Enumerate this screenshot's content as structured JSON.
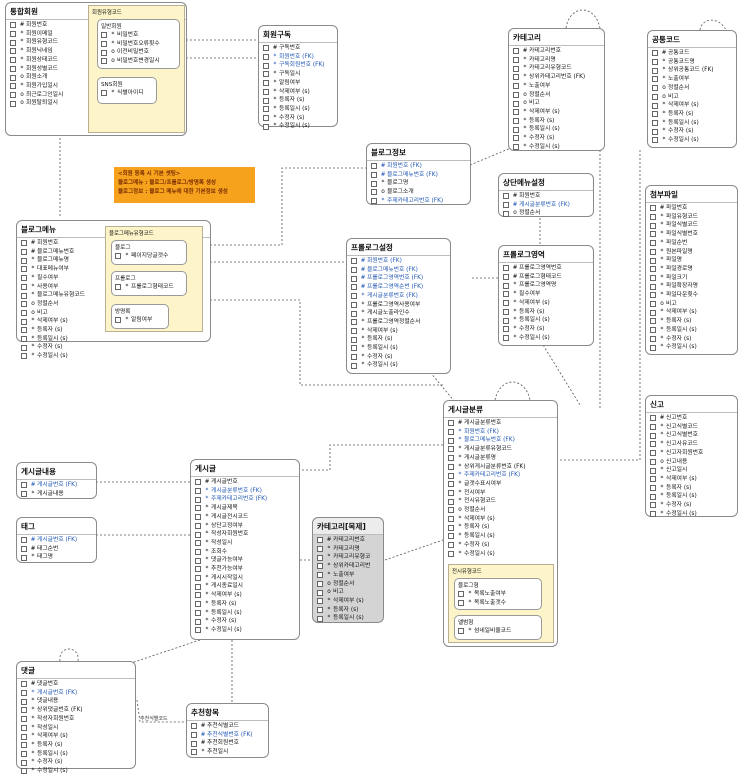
{
  "entities": {
    "member": {
      "title": "통합회원",
      "fields": [
        {
          "m": "#",
          "t": "회원번호"
        },
        {
          "m": "*",
          "t": "회원이메일"
        },
        {
          "m": "*",
          "t": "회원유형코드"
        },
        {
          "m": "*",
          "t": "회원닉네임"
        },
        {
          "m": "*",
          "t": "회원상태코드"
        },
        {
          "m": "*",
          "t": "회원성별코드"
        },
        {
          "m": "o",
          "t": "회원소개"
        },
        {
          "m": "*",
          "t": "회원가입일시"
        },
        {
          "m": "o",
          "t": "최근로그인일시"
        },
        {
          "m": "o",
          "t": "회원탈퇴일시"
        }
      ],
      "subtype_title": "회원유형코드",
      "general": {
        "title": "일반회원",
        "fields": [
          {
            "m": "*",
            "t": "비밀번호"
          },
          {
            "m": "*",
            "t": "비밀번호오류횟수"
          },
          {
            "m": "o",
            "t": "이전비밀번호"
          },
          {
            "m": "o",
            "t": "비밀번호변경일시"
          }
        ]
      },
      "sns": {
        "title": "SNS회원",
        "fields": [
          {
            "m": "*",
            "t": "식별아이디"
          }
        ]
      }
    },
    "subscribe": {
      "title": "회원구독",
      "fields": [
        {
          "m": "#",
          "t": "구독번호"
        },
        {
          "m": "*",
          "t": "회원번호 (FK)",
          "fk": true
        },
        {
          "m": "*",
          "t": "구독회원번호 (FK)",
          "fk": true
        },
        {
          "m": "*",
          "t": "구독일시"
        },
        {
          "m": "*",
          "t": "알림여부"
        },
        {
          "m": "*",
          "t": "삭제여부 (s)"
        },
        {
          "m": "*",
          "t": "등록자 (s)"
        },
        {
          "m": "*",
          "t": "등록일시 (s)"
        },
        {
          "m": "*",
          "t": "수정자 (s)"
        },
        {
          "m": "*",
          "t": "수정일시 (s)"
        }
      ]
    },
    "category": {
      "title": "카테고리",
      "fields": [
        {
          "m": "#",
          "t": "카테고리번호"
        },
        {
          "m": "*",
          "t": "카테고리명"
        },
        {
          "m": "*",
          "t": "카테고리유형코드"
        },
        {
          "m": "*",
          "t": "상위카테고리번호 (FK)"
        },
        {
          "m": "*",
          "t": "노출여부"
        },
        {
          "m": "o",
          "t": "정렬순서"
        },
        {
          "m": "o",
          "t": "비고"
        },
        {
          "m": "*",
          "t": "삭제여부 (s)"
        },
        {
          "m": "*",
          "t": "등록자 (s)"
        },
        {
          "m": "*",
          "t": "등록일시 (s)"
        },
        {
          "m": "*",
          "t": "수정자 (s)"
        },
        {
          "m": "*",
          "t": "수정일시 (s)"
        }
      ]
    },
    "common_code": {
      "title": "공통코드",
      "fields": [
        {
          "m": "#",
          "t": "공통코드"
        },
        {
          "m": "*",
          "t": "공통코드명"
        },
        {
          "m": "*",
          "t": "상위공통코드 (FK)"
        },
        {
          "m": "*",
          "t": "노출여부"
        },
        {
          "m": "o",
          "t": "정렬순서"
        },
        {
          "m": "o",
          "t": "비고"
        },
        {
          "m": "*",
          "t": "삭제여부 (s)"
        },
        {
          "m": "*",
          "t": "등록자 (s)"
        },
        {
          "m": "*",
          "t": "등록일시 (s)"
        },
        {
          "m": "*",
          "t": "수정자 (s)"
        },
        {
          "m": "*",
          "t": "수정일시 (s)"
        }
      ]
    },
    "blog_info": {
      "title": "블로그정보",
      "fields": [
        {
          "m": "#",
          "t": "회원번호 (FK)",
          "fk": true
        },
        {
          "m": "#",
          "t": "블로그메뉴번호 (FK)",
          "fk": true
        },
        {
          "m": "*",
          "t": "블로그명"
        },
        {
          "m": "o",
          "t": "블로그소개"
        },
        {
          "m": "*",
          "t": "주제카테고리번호 (FK)",
          "fk": true
        }
      ]
    },
    "consult_menu": {
      "title": "상단메뉴설정",
      "fields": [
        {
          "m": "#",
          "t": "회원번호"
        },
        {
          "m": "#",
          "t": "게시글분류번호 (FK)",
          "fk": true
        },
        {
          "m": "o",
          "t": "정렬순서"
        }
      ]
    },
    "attachment": {
      "title": "첨부파일",
      "fields": [
        {
          "m": "#",
          "t": "파일번호"
        },
        {
          "m": "*",
          "t": "파일유형코드"
        },
        {
          "m": "*",
          "t": "파일식별코드"
        },
        {
          "m": "*",
          "t": "파일식별번호"
        },
        {
          "m": "*",
          "t": "파일순번"
        },
        {
          "m": "*",
          "t": "원본파일명"
        },
        {
          "m": "*",
          "t": "파일명"
        },
        {
          "m": "*",
          "t": "파일경로명"
        },
        {
          "m": "*",
          "t": "파일크기"
        },
        {
          "m": "*",
          "t": "파일확장자명"
        },
        {
          "m": "*",
          "t": "파일다운횟수"
        },
        {
          "m": "o",
          "t": "비고"
        },
        {
          "m": "*",
          "t": "삭제여부 (s)"
        },
        {
          "m": "*",
          "t": "등록자 (s)"
        },
        {
          "m": "*",
          "t": "등록일시 (s)"
        },
        {
          "m": "*",
          "t": "수정자 (s)"
        },
        {
          "m": "*",
          "t": "수정일시 (s)"
        }
      ]
    },
    "blog_menu": {
      "title": "블로그메뉴",
      "fields": [
        {
          "m": "#",
          "t": "회원번호"
        },
        {
          "m": "#",
          "t": "블로그메뉴번호"
        },
        {
          "m": "*",
          "t": "블로그메뉴명"
        },
        {
          "m": "*",
          "t": "대표메뉴여부"
        },
        {
          "m": "*",
          "t": "필수여부"
        },
        {
          "m": "*",
          "t": "사용여부"
        },
        {
          "m": "*",
          "t": "블로그메뉴유형코드"
        },
        {
          "m": "o",
          "t": "정렬순서"
        },
        {
          "m": "o",
          "t": "비고"
        },
        {
          "m": "*",
          "t": "삭제여부 (s)"
        },
        {
          "m": "*",
          "t": "등록자 (s)"
        },
        {
          "m": "*",
          "t": "등록일시 (s)"
        },
        {
          "m": "*",
          "t": "수정자 (s)"
        },
        {
          "m": "*",
          "t": "수정일시 (s)"
        }
      ],
      "subtype_title": "블로그메뉴유형코드",
      "blog": {
        "title": "블로그",
        "fields": [
          {
            "m": "*",
            "t": "페이지당글갯수"
          }
        ]
      },
      "prologue": {
        "title": "프롤로그",
        "fields": [
          {
            "m": "*",
            "t": "프롤로그형태코드"
          }
        ]
      },
      "guestbook": {
        "title": "방명록",
        "fields": [
          {
            "m": "*",
            "t": "알림여부"
          }
        ]
      }
    },
    "prologue_setting": {
      "title": "프롤로그설정",
      "fields": [
        {
          "m": "#",
          "t": "회원번호 (FK)",
          "fk": true
        },
        {
          "m": "#",
          "t": "블로그메뉴번호 (FK)",
          "fk": true
        },
        {
          "m": "#",
          "t": "프롤로그영역번호 (FK)",
          "fk": true
        },
        {
          "m": "#",
          "t": "프롤로그영역순번 (FK)",
          "fk": true
        },
        {
          "m": "*",
          "t": "게시글분류번호 (FK)",
          "fk": true
        },
        {
          "m": "*",
          "t": "프롤로그영역사용여부"
        },
        {
          "m": "*",
          "t": "게시글노출라인수"
        },
        {
          "m": "*",
          "t": "프롤로그영역정렬순서"
        },
        {
          "m": "*",
          "t": "삭제여부 (s)"
        },
        {
          "m": "*",
          "t": "등록자 (s)"
        },
        {
          "m": "*",
          "t": "등록일시 (s)"
        },
        {
          "m": "*",
          "t": "수정자 (s)"
        },
        {
          "m": "*",
          "t": "수정일시 (s)"
        }
      ]
    },
    "prologue_area": {
      "title": "프롤로그영역",
      "fields": [
        {
          "m": "#",
          "t": "프롤로그영역번호"
        },
        {
          "m": "#",
          "t": "프롤로그형태코드"
        },
        {
          "m": "*",
          "t": "프롤로그영역명"
        },
        {
          "m": "*",
          "t": "필수여부"
        },
        {
          "m": "*",
          "t": "삭제여부 (s)"
        },
        {
          "m": "*",
          "t": "등록자 (s)"
        },
        {
          "m": "*",
          "t": "등록일시 (s)"
        },
        {
          "m": "*",
          "t": "수정자 (s)"
        },
        {
          "m": "*",
          "t": "수정일시 (s)"
        }
      ]
    },
    "report": {
      "title": "신고",
      "fields": [
        {
          "m": "#",
          "t": "신고번호"
        },
        {
          "m": "*",
          "t": "신고식별코드"
        },
        {
          "m": "*",
          "t": "신고식별번호"
        },
        {
          "m": "*",
          "t": "신고사유코드"
        },
        {
          "m": "*",
          "t": "신고자회원번호"
        },
        {
          "m": "o",
          "t": "신고내용"
        },
        {
          "m": "*",
          "t": "신고일시"
        },
        {
          "m": "*",
          "t": "삭제여부 (s)"
        },
        {
          "m": "*",
          "t": "등록자 (s)"
        },
        {
          "m": "*",
          "t": "등록일시 (s)"
        },
        {
          "m": "*",
          "t": "수정자 (s)"
        },
        {
          "m": "*",
          "t": "수정일시 (s)"
        }
      ]
    },
    "post_category": {
      "title": "게시글분류",
      "fields": [
        {
          "m": "#",
          "t": "게시글분류번호"
        },
        {
          "m": "*",
          "t": "회원번호 (FK)",
          "fk": true
        },
        {
          "m": "*",
          "t": "블로그메뉴번호 (FK)",
          "fk": true
        },
        {
          "m": "*",
          "t": "게시글분류유형코드"
        },
        {
          "m": "*",
          "t": "게시글분류명"
        },
        {
          "m": "*",
          "t": "상위게시글분류번호 (FK)"
        },
        {
          "m": "*",
          "t": "주제카테고리번호 (FK)",
          "fk": true
        },
        {
          "m": "*",
          "t": "글갯수표시여부"
        },
        {
          "m": "*",
          "t": "전시여부"
        },
        {
          "m": "*",
          "t": "전시유형코드"
        },
        {
          "m": "o",
          "t": "정렬순서"
        },
        {
          "m": "*",
          "t": "삭제여부 (s)"
        },
        {
          "m": "*",
          "t": "등록자 (s)"
        },
        {
          "m": "*",
          "t": "등록일시 (s)"
        },
        {
          "m": "*",
          "t": "수정자 (s)"
        },
        {
          "m": "*",
          "t": "수정일시 (s)"
        }
      ],
      "subtype_title": "전시유형코드",
      "blog_type": {
        "title": "블로그형",
        "fields": [
          {
            "m": "*",
            "t": "목록노출여부"
          },
          {
            "m": "*",
            "t": "목록노출갯수"
          }
        ]
      },
      "album_type": {
        "title": "앨범형",
        "fields": [
          {
            "m": "*",
            "t": "섬네일비율코드"
          }
        ]
      }
    },
    "post_content": {
      "title": "게시글내용",
      "fields": [
        {
          "m": "#",
          "t": "게시글번호 (FK)",
          "fk": true
        },
        {
          "m": "*",
          "t": "게시글내용"
        }
      ]
    },
    "tag": {
      "title": "태그",
      "fields": [
        {
          "m": "#",
          "t": "게시글번호 (FK)",
          "fk": true
        },
        {
          "m": "#",
          "t": "태그순번"
        },
        {
          "m": "*",
          "t": "태그명"
        }
      ]
    },
    "post": {
      "title": "게시글",
      "fields": [
        {
          "m": "#",
          "t": "게시글번호"
        },
        {
          "m": "*",
          "t": "게시글분류번호 (FK)",
          "fk": true
        },
        {
          "m": "*",
          "t": "주제카테고리번호 (FK)",
          "fk": true
        },
        {
          "m": "*",
          "t": "게시글제목"
        },
        {
          "m": "*",
          "t": "게시글전시코드"
        },
        {
          "m": "*",
          "t": "상단고정여부"
        },
        {
          "m": "*",
          "t": "작성자회원번호"
        },
        {
          "m": "*",
          "t": "작성일시"
        },
        {
          "m": "*",
          "t": "조회수"
        },
        {
          "m": "*",
          "t": "댓글가능여부"
        },
        {
          "m": "*",
          "t": "추천가능여부"
        },
        {
          "m": "*",
          "t": "게시시작일시"
        },
        {
          "m": "*",
          "t": "게시종료일시"
        },
        {
          "m": "*",
          "t": "삭제여부 (s)"
        },
        {
          "m": "*",
          "t": "등록자 (s)"
        },
        {
          "m": "*",
          "t": "등록일시 (s)"
        },
        {
          "m": "*",
          "t": "수정자 (s)"
        },
        {
          "m": "*",
          "t": "수정일시 (s)"
        }
      ]
    },
    "category_detail": {
      "title": "카테고리[목제]",
      "fields": [
        {
          "m": "#",
          "t": "카테고리번호"
        },
        {
          "m": "*",
          "t": "카테고리명"
        },
        {
          "m": "*",
          "t": "카테고리유형코"
        },
        {
          "m": "*",
          "t": "상위카테고리번"
        },
        {
          "m": "*",
          "t": "노출여부"
        },
        {
          "m": "o",
          "t": "정렬순서"
        },
        {
          "m": "o",
          "t": "비고"
        },
        {
          "m": "*",
          "t": "삭제여부 (s)"
        },
        {
          "m": "*",
          "t": "등록자 (s)"
        },
        {
          "m": "*",
          "t": "등록일시 (s)"
        }
      ]
    },
    "comment": {
      "title": "댓글",
      "fields": [
        {
          "m": "#",
          "t": "댓글번호"
        },
        {
          "m": "*",
          "t": "게시글번호 (FK)",
          "fk": true
        },
        {
          "m": "*",
          "t": "댓글내용"
        },
        {
          "m": "*",
          "t": "상위댓글번호 (FK)"
        },
        {
          "m": "*",
          "t": "작성자회원번호"
        },
        {
          "m": "*",
          "t": "작성일시"
        },
        {
          "m": "*",
          "t": "삭제여부 (s)"
        },
        {
          "m": "*",
          "t": "등록자 (s)"
        },
        {
          "m": "*",
          "t": "등록일시 (s)"
        },
        {
          "m": "*",
          "t": "수정자 (s)"
        },
        {
          "m": "*",
          "t": "수정일시 (s)"
        }
      ]
    },
    "recommend": {
      "title": "추천항목",
      "fields": [
        {
          "m": "#",
          "t": "추천식별코드"
        },
        {
          "m": "#",
          "t": "추천식별번호 (FK)",
          "fk": true
        },
        {
          "m": "#",
          "t": "추천회원번호"
        },
        {
          "m": "*",
          "t": "추천일시"
        }
      ]
    }
  },
  "note": {
    "line1": "<회원 등록 시 기본 셋팅>",
    "line2": "블로그메뉴 : 블로그/프롤로그/방명록 생성",
    "line3": "블로그정보 : 블로그 메뉴에 대한 기본정보 생성"
  },
  "labels": {
    "recommend_code": "추천식별코드"
  },
  "colors": {
    "fk_text": "#1f56b4",
    "subtype_fill": "#fdf5c9",
    "note_fill": "#f7a21d",
    "line": "#555555"
  }
}
